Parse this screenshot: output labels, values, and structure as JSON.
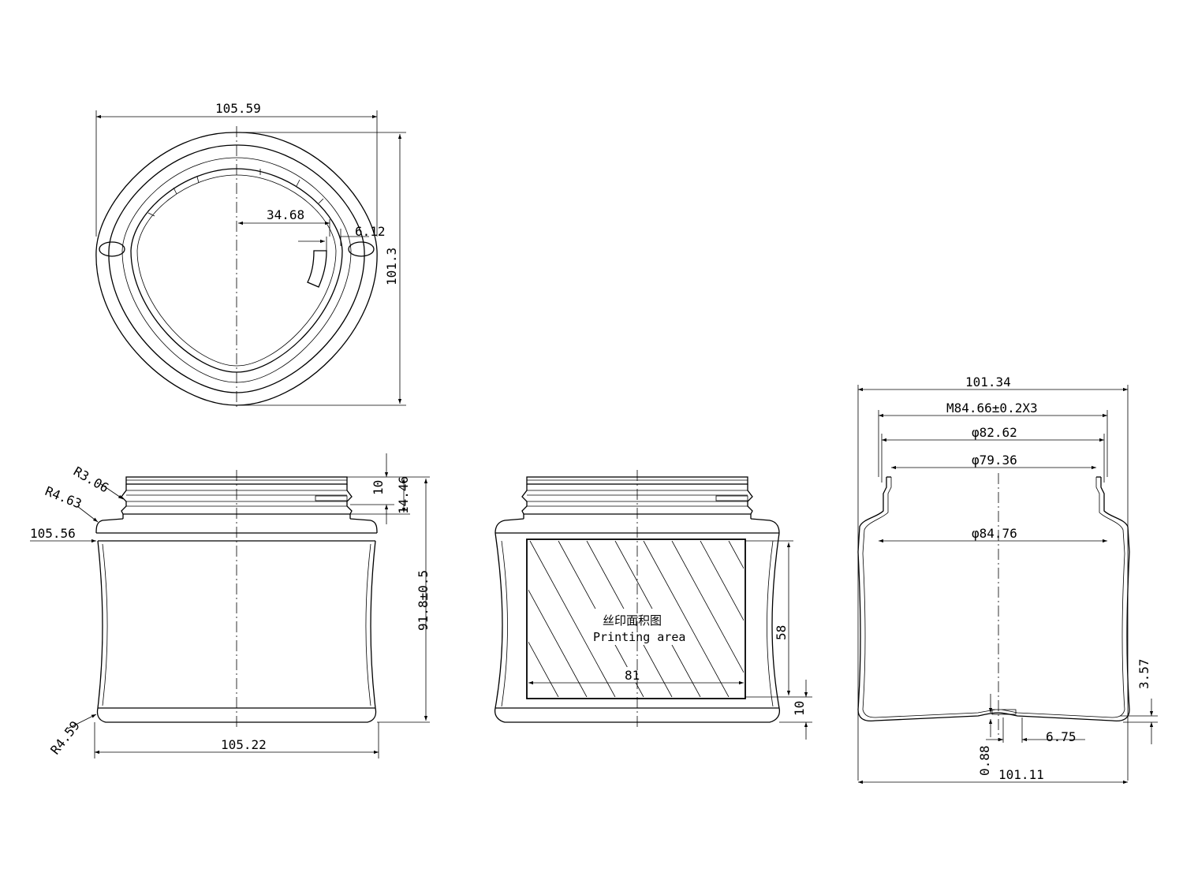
{
  "top_view": {
    "width": "105.59",
    "height": "101.3",
    "radius_offset": "34.68",
    "lug_width": "6.12"
  },
  "front_view": {
    "neck_r": "R3.06",
    "shoulder_r": "R4.63",
    "top_width": "105.56",
    "neck_height": "10",
    "finish_height": "14.46",
    "total_height": "91.8±0.5",
    "bottom_r": "R4.59",
    "bottom_width": "105.22"
  },
  "side_view": {
    "print_label_cn": "丝印面积图",
    "print_label_en": "Printing area",
    "print_width": "81",
    "print_height": "58",
    "print_bottom_offset": "10"
  },
  "section_view": {
    "top_width": "101.34",
    "thread": "M84.66±0.2X3",
    "d1": "φ82.62",
    "d2": "φ79.36",
    "d3": "φ84.76",
    "base_recess": "3.57",
    "base_offset": "6.75",
    "wall": "0.88",
    "bottom_width": "101.11"
  }
}
